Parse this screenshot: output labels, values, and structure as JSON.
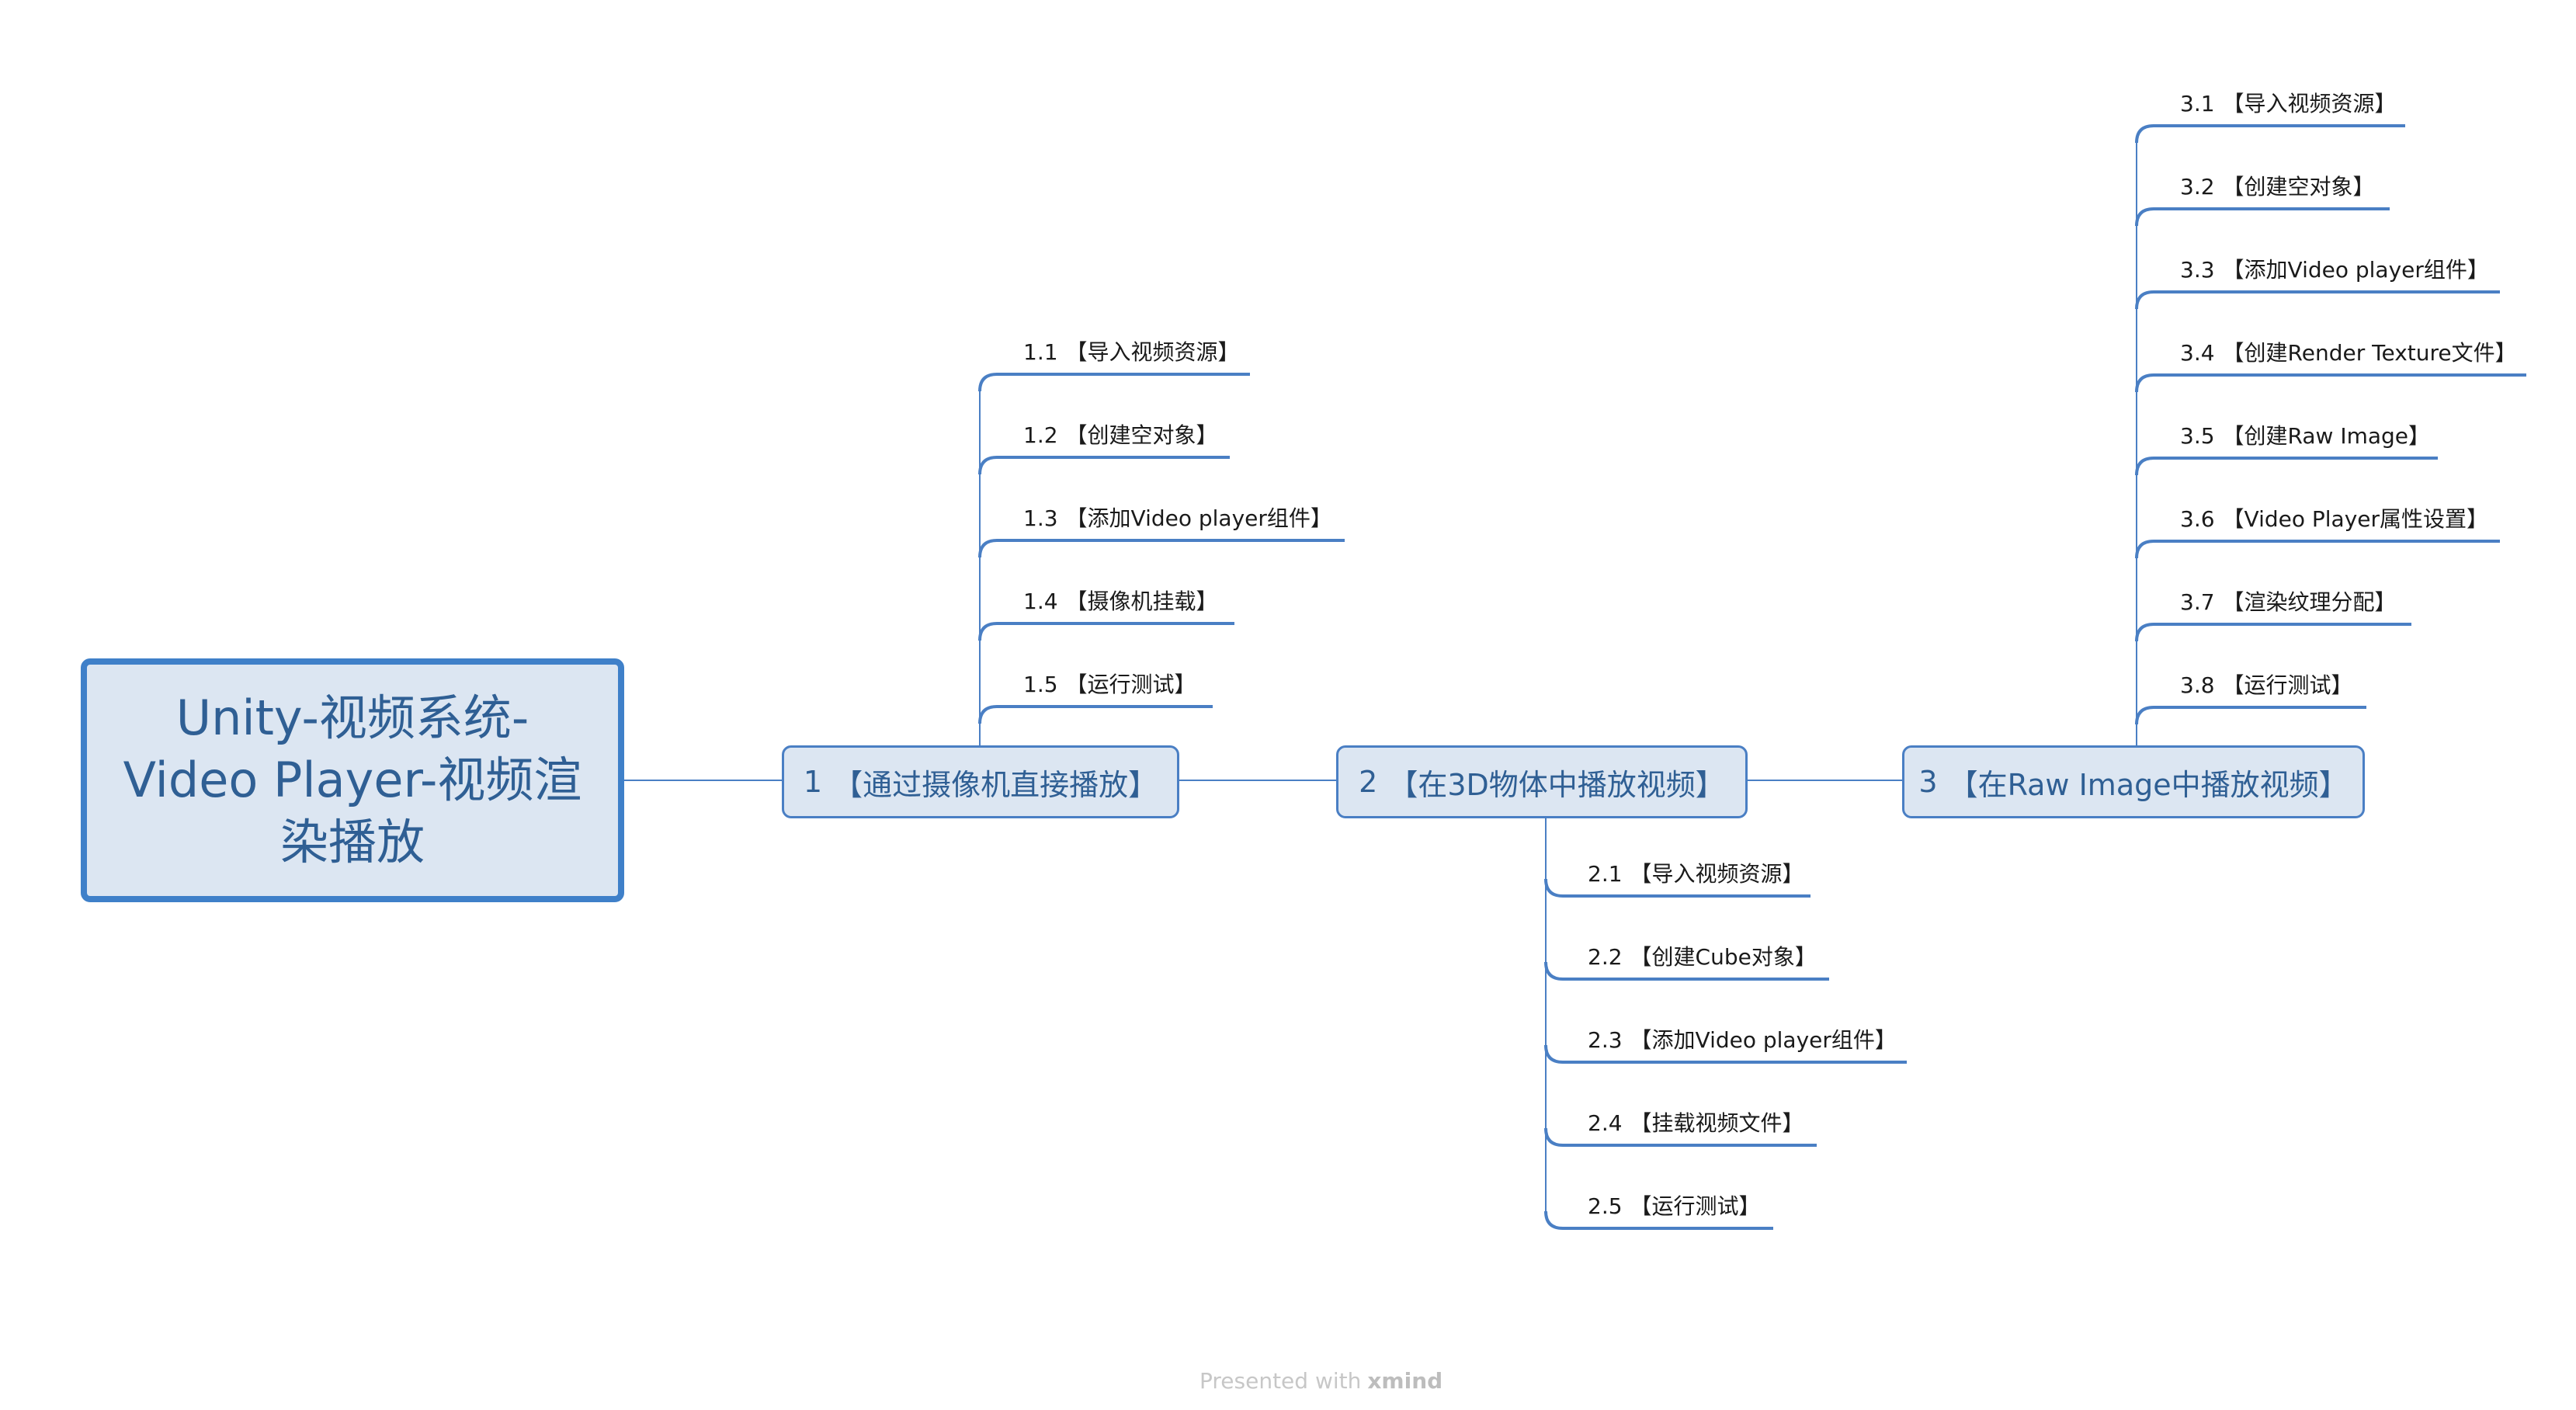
{
  "root": {
    "title": "Unity-视频系统-Video Player-视频渲染播放"
  },
  "branches": [
    {
      "id": "1",
      "number": "1",
      "label": "【通过摄像机直接播放】",
      "children": [
        {
          "number": "1.1",
          "label": "【导入视频资源】"
        },
        {
          "number": "1.2",
          "label": "【创建空对象】"
        },
        {
          "number": "1.3",
          "label": "【添加Video player组件】"
        },
        {
          "number": "1.4",
          "label": "【摄像机挂载】"
        },
        {
          "number": "1.5",
          "label": "【运行测试】"
        }
      ]
    },
    {
      "id": "2",
      "number": "2",
      "label": "【在3D物体中播放视频】",
      "children": [
        {
          "number": "2.1",
          "label": "【导入视频资源】"
        },
        {
          "number": "2.2",
          "label": "【创建Cube对象】"
        },
        {
          "number": "2.3",
          "label": "【添加Video player组件】"
        },
        {
          "number": "2.4",
          "label": "【挂载视频文件】"
        },
        {
          "number": "2.5",
          "label": "【运行测试】"
        }
      ]
    },
    {
      "id": "3",
      "number": "3",
      "label": "【在Raw Image中播放视频】",
      "children": [
        {
          "number": "3.1",
          "label": "【导入视频资源】"
        },
        {
          "number": "3.2",
          "label": "【创建空对象】"
        },
        {
          "number": "3.3",
          "label": "【添加Video player组件】"
        },
        {
          "number": "3.4",
          "label": "【创建Render Texture文件】"
        },
        {
          "number": "3.5",
          "label": "【创建Raw Image】"
        },
        {
          "number": "3.6",
          "label": "【Video Player属性设置】"
        },
        {
          "number": "3.7",
          "label": "【渲染纹理分配】"
        },
        {
          "number": "3.8",
          "label": "【运行测试】"
        }
      ]
    }
  ],
  "watermark": {
    "prefix": "Presented with",
    "brand": "xmind"
  },
  "colors": {
    "line": "#4a7fc4",
    "node_fill": "#dce6f2",
    "node_text": "#2f5f94",
    "root_border": "#3f80c9"
  }
}
